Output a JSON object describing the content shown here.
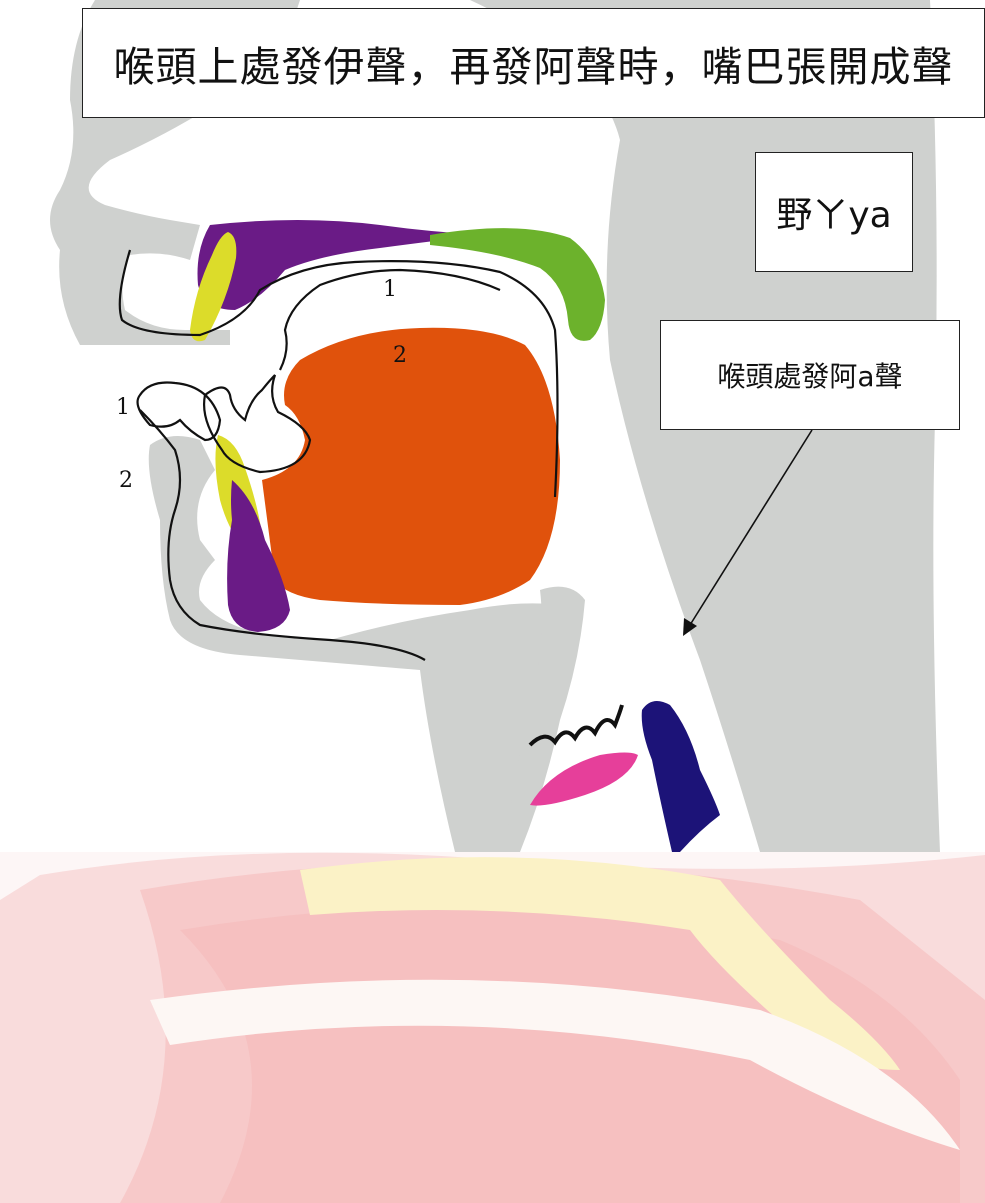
{
  "title": "喉頭上處發伊聲，再發阿聲時，嘴巴張開成聲",
  "syllable_label": "野ㄚya",
  "sound_label": "喉頭處發阿a聲",
  "markers": {
    "palate_1": "1",
    "tongue_2": "2",
    "lip_1": "1",
    "lip_2": "2"
  },
  "colors": {
    "tissue": "#cfd1cf",
    "upper_articulator": "#6a1b86",
    "soft_palate": "#6cb22c",
    "lip": "#dcdc2a",
    "tongue": "#e0520c",
    "vocal_fold": "#e63f9a",
    "epiglottis": "#1c1378",
    "watermark_red": "#f7c4c4",
    "watermark_yellow": "#fbf3c2"
  }
}
